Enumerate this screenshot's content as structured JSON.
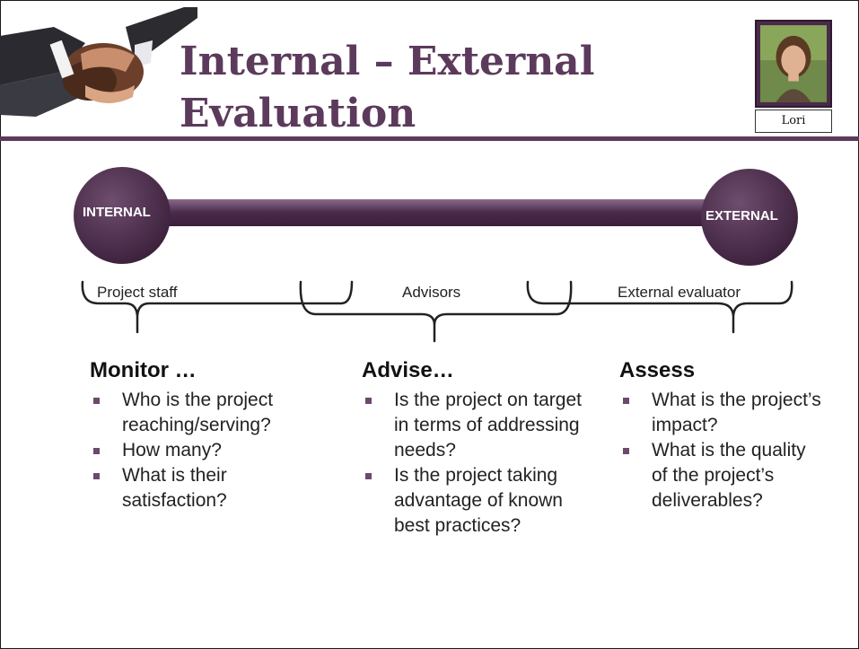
{
  "slide": {
    "title_line1": "Internal – External",
    "title_line2": "Evaluation",
    "photo_caption": "Lori"
  },
  "spectrum": {
    "left_label": "INTERNAL",
    "right_label": "EXTERNAL"
  },
  "groups": [
    {
      "label": "Project staff"
    },
    {
      "label": "Advisors"
    },
    {
      "label": "External evaluator"
    }
  ],
  "columns": [
    {
      "heading": "Monitor …",
      "bullets": [
        "Who is the project reaching/serving?",
        "How many?",
        "What is their satisfaction?"
      ]
    },
    {
      "heading": "Advise…",
      "bullets": [
        "Is the project on target in terms of addressing needs?",
        "Is the project taking advantage of known best practices?"
      ]
    },
    {
      "heading": "Assess",
      "bullets": [
        "What is the project’s impact?",
        "What is the quality of the project’s deliverables?"
      ]
    }
  ],
  "colors": {
    "accent": "#5c3a5c",
    "bullet": "#6b4a6b"
  },
  "icons": {
    "decor": "handshake-image",
    "portrait": "person-photo"
  }
}
